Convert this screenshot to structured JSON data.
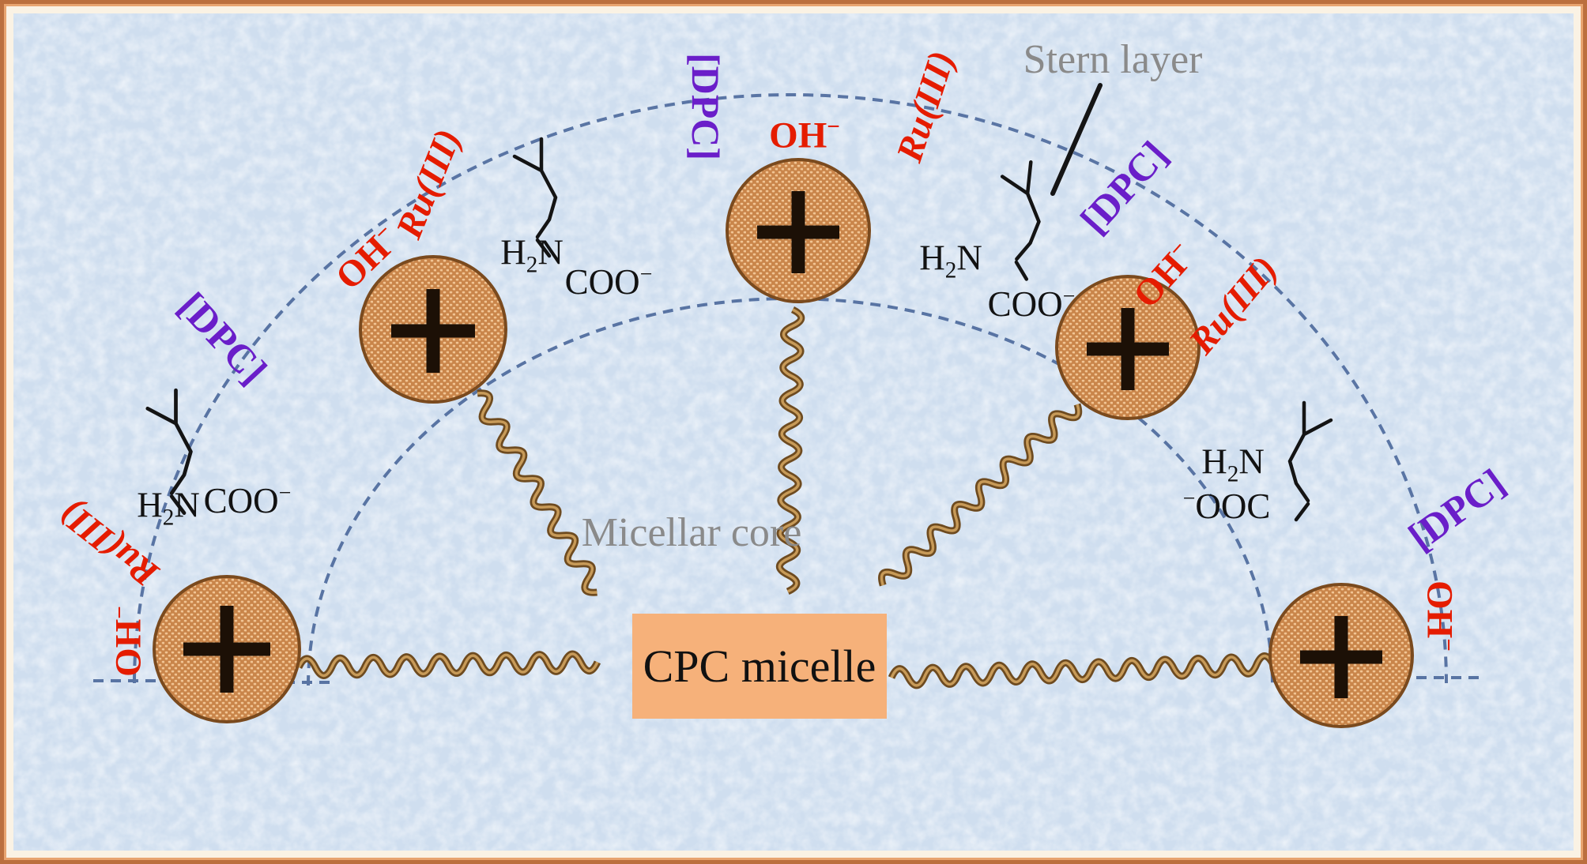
{
  "labels": {
    "dpc": "[DPC]",
    "ru": "Ru(III)",
    "oh": {
      "main": "OH",
      "sup": "−"
    },
    "h2n": {
      "pre": "H",
      "sub": "2",
      "post": "N"
    },
    "coo": {
      "main": "COO",
      "sup": "−"
    },
    "ooc": {
      "sup": "−",
      "main": "OOC"
    },
    "stern_layer": "Stern layer",
    "micellar_core": "Micellar core",
    "cpc_micelle": "CPC micelle"
  },
  "colors": {
    "background_blue": "#d7e3f3",
    "frame_outer": "#bb6f3e",
    "frame_mid": "#e8a470",
    "frame_inner": "#faf2e4",
    "label_red": "#e51c00",
    "label_purple": "#6a1ec9",
    "label_gray": "#8a8a8a",
    "chem_black": "#121212",
    "dash_blue": "#4b689b",
    "head_fill": "#c9854a",
    "head_dots": "#f1c493",
    "head_outline": "#7a4a1e",
    "plus_dark": "#1c1006",
    "tail_dark": "#6e4b20",
    "tail_light": "#c79a58",
    "cpc_box_fill": "#f6b17a"
  }
}
